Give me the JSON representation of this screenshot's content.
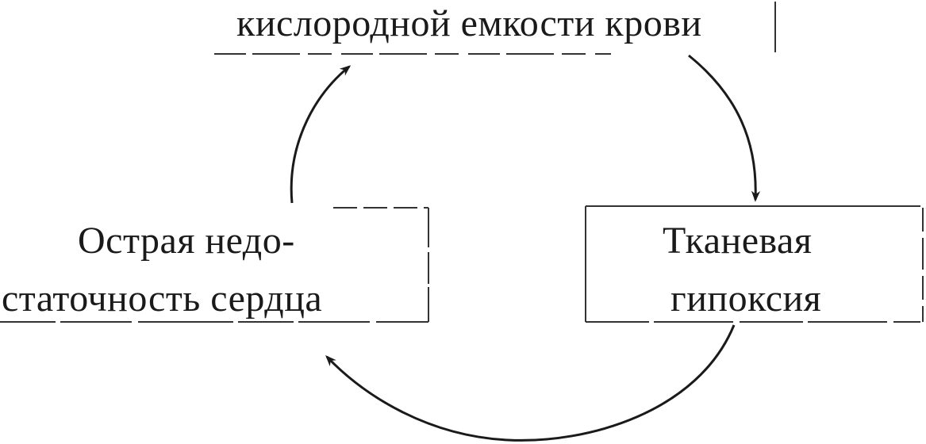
{
  "diagram": {
    "nodes": {
      "top": {
        "line1": "кислородной емкости крови"
      },
      "left": {
        "line1": "Острая недо-",
        "line2": "статочность сердца"
      },
      "right": {
        "line1": "Тканевая",
        "line2": "гипоксия"
      }
    },
    "edges": [
      {
        "from": "top",
        "to": "right"
      },
      {
        "from": "right",
        "to": "left"
      },
      {
        "from": "left",
        "to": "top"
      }
    ],
    "colors": {
      "ink": "#1a1a1a",
      "background": "#ffffff"
    }
  }
}
